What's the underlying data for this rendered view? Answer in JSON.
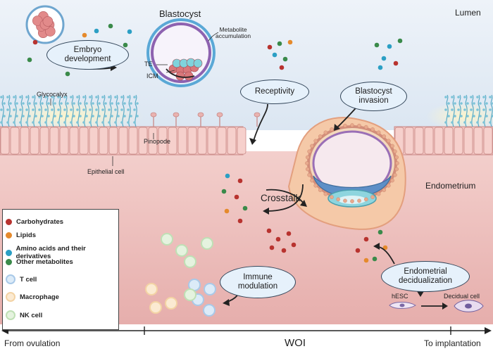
{
  "regions": {
    "lumen": "Lumen",
    "endometrium": "Endometrium"
  },
  "labels": {
    "blastocyst": "Blastocyst",
    "metabolite_accumulation": "Metabolite\naccumulation",
    "te": "TE",
    "icm": "ICM",
    "glycocalyx": "Glycocalyx",
    "pinopode": "Pinopode",
    "epithelial_cell": "Epithelial cell",
    "crosstalk": "Crosstalk",
    "hesc": "hESC",
    "decidual_cell": "Decidual cell"
  },
  "bubbles": {
    "embryo_development": "Embryo\ndevelopment",
    "receptivity": "Receptivity",
    "blastocyst_invasion": "Blastocyst\ninvasion",
    "immune_modulation": "Immune\nmodulation",
    "endometrial_decidualization": "Endometrial\ndecidualization"
  },
  "legend": {
    "metabolites": [
      {
        "label": "Carbohydrates",
        "color": "#b8332f"
      },
      {
        "label": "Lipids",
        "color": "#e58a2c"
      },
      {
        "label": "Amino acids and their derivatives",
        "color": "#2b9fc4"
      },
      {
        "label": "Other metabolites",
        "color": "#3a8a4a"
      }
    ],
    "cells": [
      {
        "label": "T cell",
        "icon": "t-cell-icon",
        "color": "#a9c9e8"
      },
      {
        "label": "Macrophage",
        "icon": "macrophage-icon",
        "color": "#f3d3a4"
      },
      {
        "label": "NK cell",
        "icon": "nk-cell-icon",
        "color": "#bfe0b5"
      }
    ]
  },
  "timeline": {
    "start": "From ovulation",
    "middle": "WOI",
    "end": "To implantation"
  },
  "colors": {
    "lumen_bg": "#e2ebf5",
    "epithelium": "#f2c4c0",
    "stroma": "#eab8b5",
    "bubble_fill": "#e6f1fb",
    "embryo": "#d9777a",
    "icm_cyan": "#7fd3dc"
  }
}
